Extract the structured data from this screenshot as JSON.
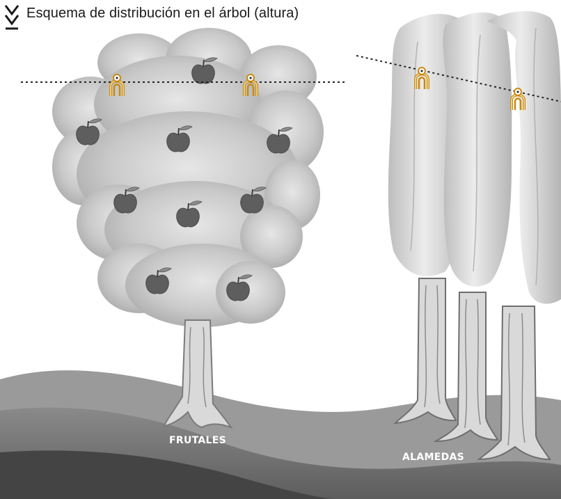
{
  "header": {
    "icon": "double-chevron-down-underline-icon",
    "title": "Esquema de distribución en el árbol (altura)"
  },
  "labels": {
    "frutales": "FRUTALES",
    "alamedas": "ALAMEDAS"
  },
  "icons": {
    "fruit": "apple-icon",
    "trap": "pheromone-trap-icon"
  },
  "colors": {
    "trap_fill": "#f2c14e",
    "trap_outline": "#c98a10",
    "apple": "#5e5e5e",
    "canopy": "#cfcfcf",
    "ground": "#6b6b6b",
    "trunk": "#d6d6d6"
  }
}
